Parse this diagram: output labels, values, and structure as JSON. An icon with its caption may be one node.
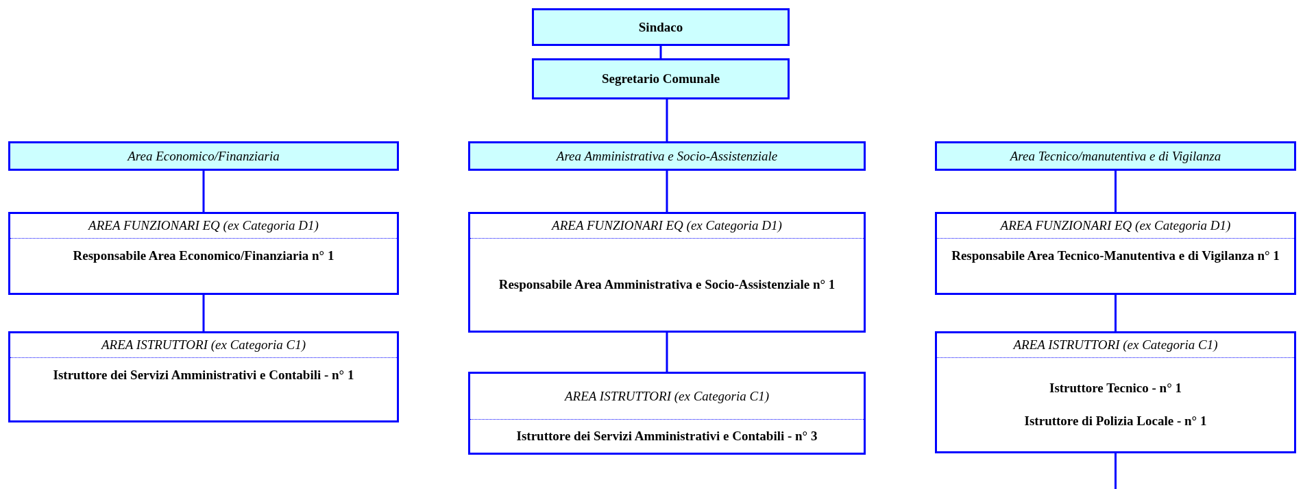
{
  "diagram": {
    "nodes": [
      {
        "text": [
          "Sindaco"
        ]
      },
      {
        "text": [
          "Segretario Comunale"
        ]
      },
      {
        "text": [
          "Area Economico/Finanziaria"
        ]
      },
      {
        "text": [
          "Area Amministrativa e Socio-Assistenziale"
        ]
      },
      {
        "text": [
          "Area Tecnico/manutentiva e di Vigilanza"
        ]
      },
      {
        "text": [
          "AREA FUNZIONARI EQ (ex Categoria D1)",
          "Responsabile Area Economico/Finanziaria n° 1"
        ]
      },
      {
        "text": [
          "AREA FUNZIONARI EQ (ex Categoria D1)",
          "Responsabile Area Amministrativa e Socio-Assistenziale n° 1"
        ]
      },
      {
        "text": [
          "AREA FUNZIONARI EQ (ex Categoria D1)",
          "Responsabile Area Tecnico-Manutentiva e di Vigilanza n° 1"
        ]
      },
      {
        "text": [
          "AREA ISTRUTTORI (ex Categoria C1)",
          "Istruttore dei Servizi Amministrativi e Contabili - n° 1"
        ]
      },
      {
        "text": [
          "AREA ISTRUTTORI (ex Categoria C1)",
          "Istruttore dei Servizi Amministrativi e Contabili - n° 3"
        ]
      },
      {
        "text": [
          "AREA ISTRUTTORI (ex Categoria C1)",
          "Istruttore Tecnico - n° 1",
          "Istruttore di Polizia Locale - n° 1"
        ]
      }
    ],
    "edges": [
      {
        "from": 0,
        "to": 1,
        "arrow": "none"
      },
      {
        "from": 1,
        "to": 3,
        "arrow": "none"
      },
      {
        "from": 2,
        "to": 5,
        "arrow": "none"
      },
      {
        "from": 3,
        "to": 6,
        "arrow": "none"
      },
      {
        "from": 4,
        "to": 7,
        "arrow": "none"
      },
      {
        "from": 5,
        "to": 8,
        "arrow": "none"
      },
      {
        "from": 6,
        "to": 9,
        "arrow": "none"
      },
      {
        "from": 7,
        "to": 10,
        "arrow": "none"
      },
      {
        "from": 10,
        "to": null,
        "arrow": "none"
      }
    ]
  }
}
